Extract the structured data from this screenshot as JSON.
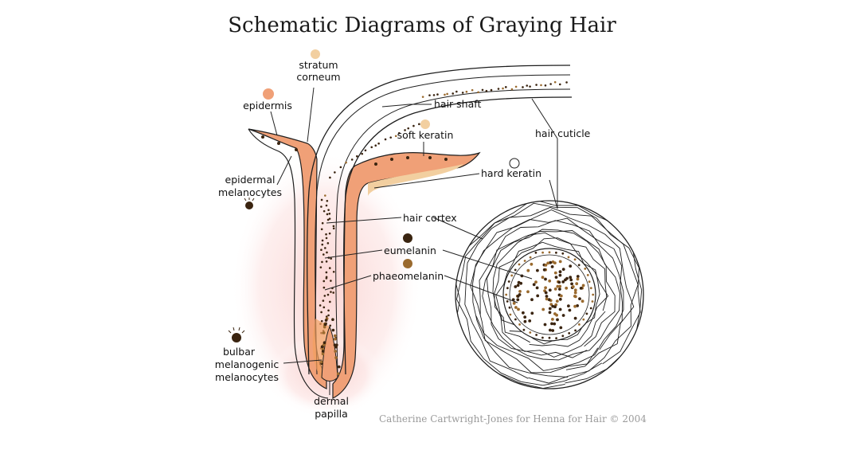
{
  "title": "Schematic Diagrams of Graying Hair",
  "credit": "Catherine Cartwright-Jones for Henna for Hair © 2004",
  "colors": {
    "skin": "#f0a077",
    "skin_glow": "#fbd9d6",
    "soft_keratin": "#f2cfa0",
    "eumelanin": "#3a2410",
    "phaeomelanin": "#9a6a2e",
    "outline": "#1e1e1e"
  },
  "labels": {
    "stratum_corneum_1": "stratum",
    "stratum_corneum_2": "corneum",
    "epidermis": "epidermis",
    "hair_shaft": "hair shaft",
    "soft_keratin": "soft keratin",
    "hair_cuticle": "hair cuticle",
    "hard_keratin": "hard keratin",
    "epidermal_melanocytes_1": "epidermal",
    "epidermal_melanocytes_2": "melanocytes",
    "hair_cortex": "hair cortex",
    "eumelanin": "eumelanin",
    "phaeomelanin": "phaeomelanin",
    "bulbar_1": "bulbar",
    "bulbar_2": "melanogenic",
    "bulbar_3": "melanocytes",
    "dermal_papilla_1": "dermal",
    "dermal_papilla_2": "papilla"
  }
}
